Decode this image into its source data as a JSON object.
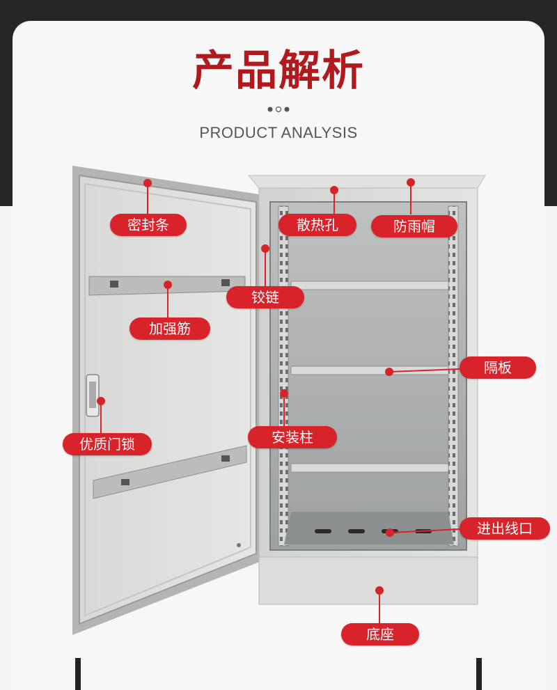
{
  "header": {
    "title": "产品解析",
    "subtitle": "PRODUCT ANALYSIS"
  },
  "colors": {
    "accent_red": "#b01a1e",
    "label_red": "#d8232a",
    "dark_band": "#262626",
    "steel": "#cfcfcf"
  },
  "labels": {
    "seal_strip": "密封条",
    "vent_holes": "散热孔",
    "rain_cap": "防雨帽",
    "hinge": "铰链",
    "reinforcement_bar": "加强筋",
    "shelf": "隔板",
    "door_lock": "优质门锁",
    "mounting_post": "安装柱",
    "cable_entry": "进出线口",
    "base": "底座"
  }
}
